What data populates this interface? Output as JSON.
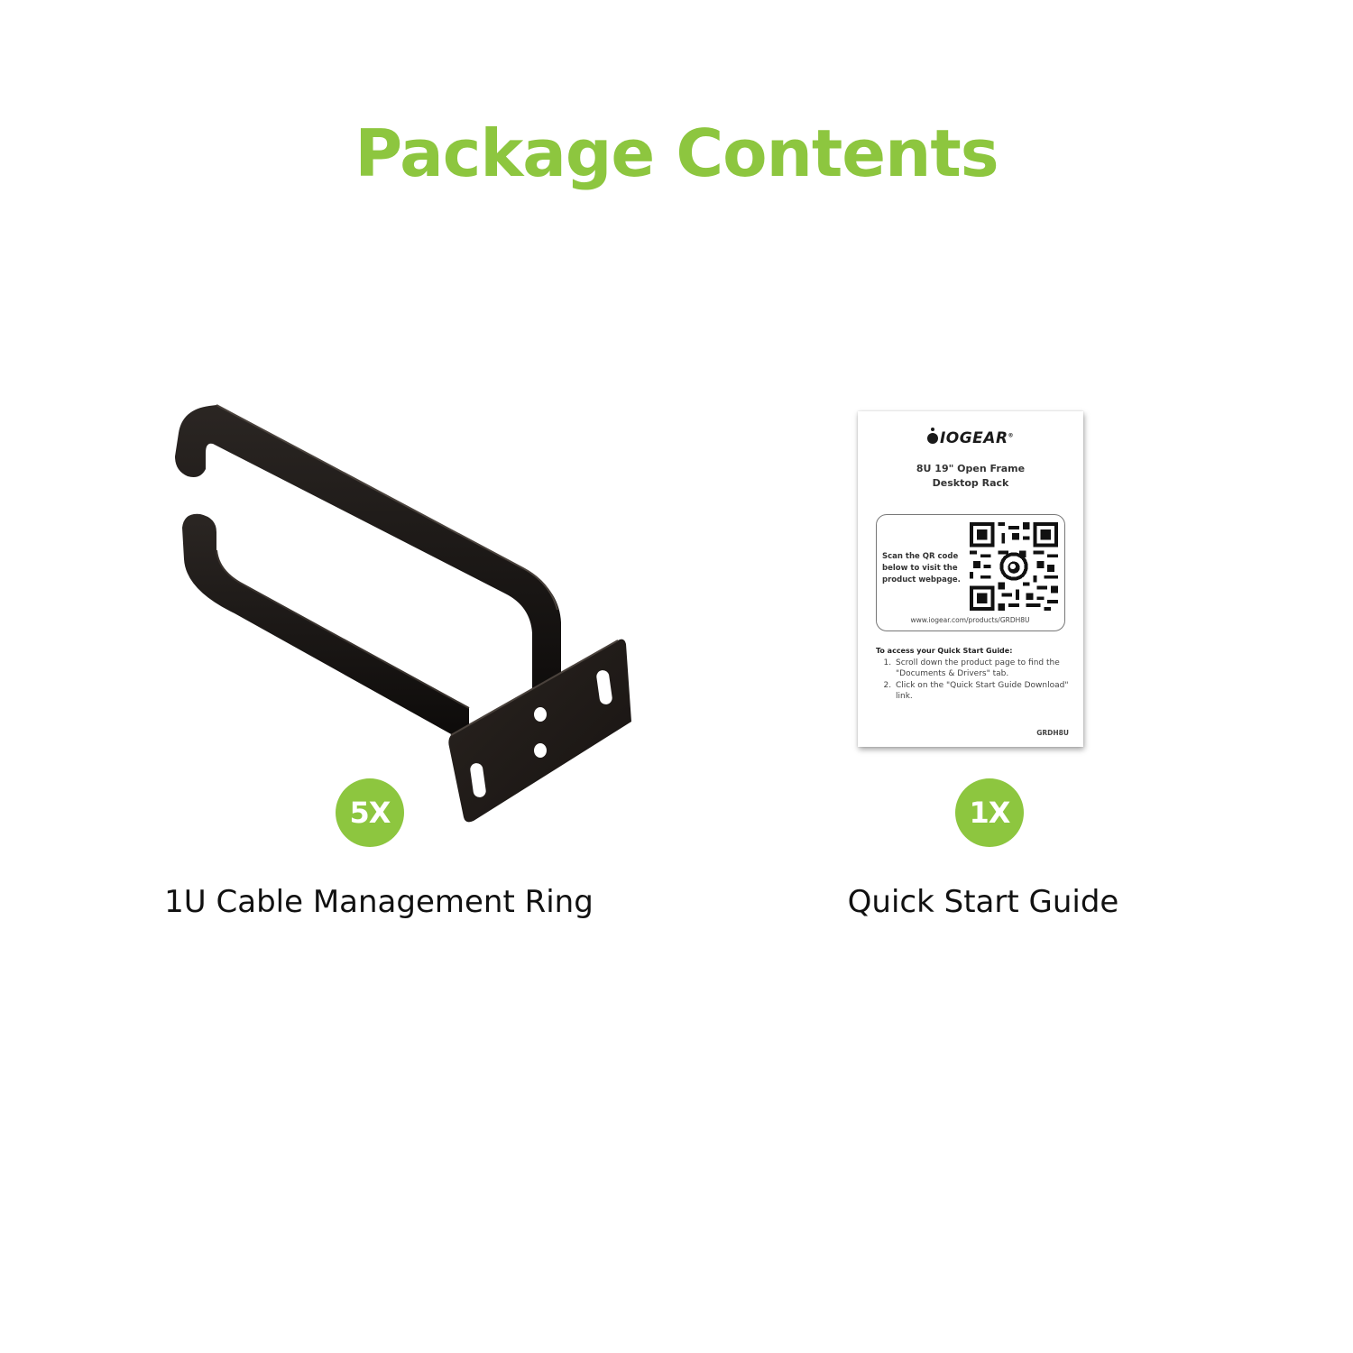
{
  "page": {
    "title": "Package Contents",
    "accent_color": "#8dc63f"
  },
  "items": [
    {
      "name": "1U Cable Management Ring",
      "quantity": "5X",
      "icon": "cable-management-ring-illustration"
    },
    {
      "name": "Quick Start Guide",
      "quantity": "1X",
      "icon": "quick-start-guide-card"
    }
  ],
  "guide_card": {
    "brand": "IOGEAR",
    "brand_mark": "®",
    "product_line1": "8U 19\" Open Frame",
    "product_line2": "Desktop Rack",
    "qr_prompt": "Scan the QR code below to visit the product webpage.",
    "qr_url": "www.iogear.com/products/GRDH8U",
    "instructions_heading": "To access your Quick Start Guide:",
    "instructions": [
      "Scroll down the product page to find the \"Documents & Drivers\" tab.",
      "Click on the \"Quick Start Guide Download\" link."
    ],
    "sku": "GRDH8U"
  }
}
